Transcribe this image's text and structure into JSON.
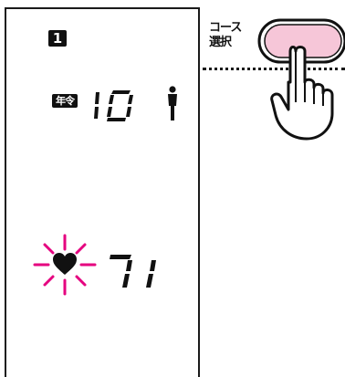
{
  "display": {
    "course_number": "1",
    "age_label": "年令",
    "age_value": "10",
    "pulse_value": "71"
  },
  "icons": {
    "person": "person-icon",
    "heart": "heart-icon",
    "hand": "pointing-hand-icon"
  },
  "course_select": {
    "line1": "コース",
    "line2": "選択"
  },
  "colors": {
    "heart_rays": "#e5007f",
    "button_fill": "#f6c6d8",
    "ink": "#111111"
  }
}
